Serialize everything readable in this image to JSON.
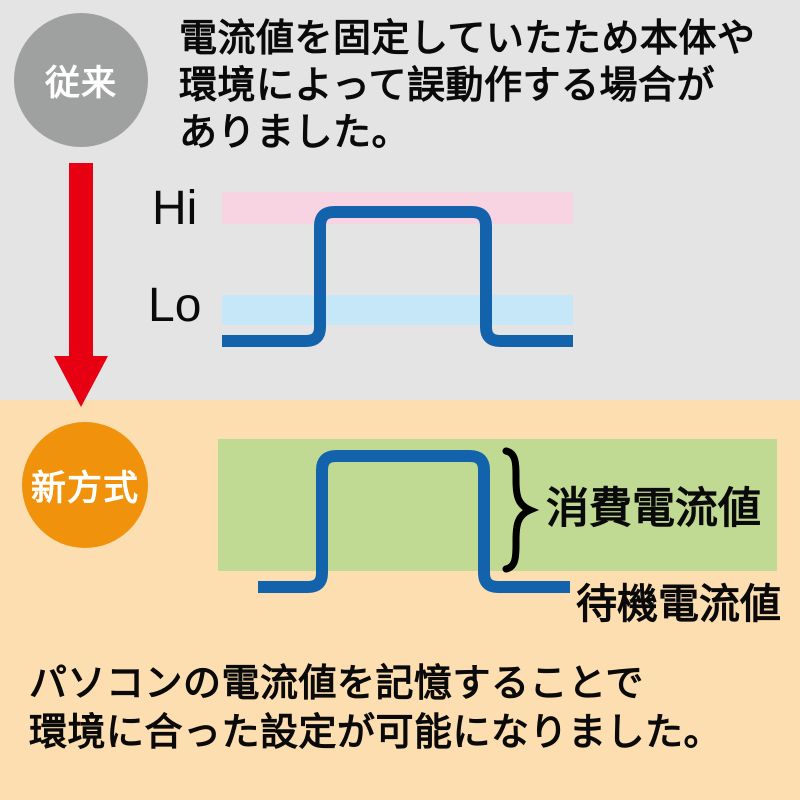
{
  "colors": {
    "gray_bg": "#e4e4e5",
    "peach_bg": "#fcdeb1",
    "gray_circle": "#9fa0a0",
    "orange_circle": "#f0920b",
    "red_arrow": "#e60012",
    "pink_band": "#f8d3e2",
    "blue_band": "#c6e7f8",
    "green_box": "#c1da93",
    "waveform_blue": "#1262ac",
    "text": "#0a0a0a"
  },
  "conventional": {
    "badge": "従来",
    "description_lines": [
      "電流値を固定していたため本体や",
      "環境によって誤動作する場合が",
      "ありました。"
    ],
    "hi_label": "Hi",
    "lo_label": "Lo"
  },
  "new_method": {
    "badge": "新方式",
    "consumption_label": "消費電流値",
    "standby_label": "待機電流値",
    "description_lines": [
      "パソコンの電流値を記憶することで",
      "環境に合った設定が可能になりました。"
    ]
  }
}
